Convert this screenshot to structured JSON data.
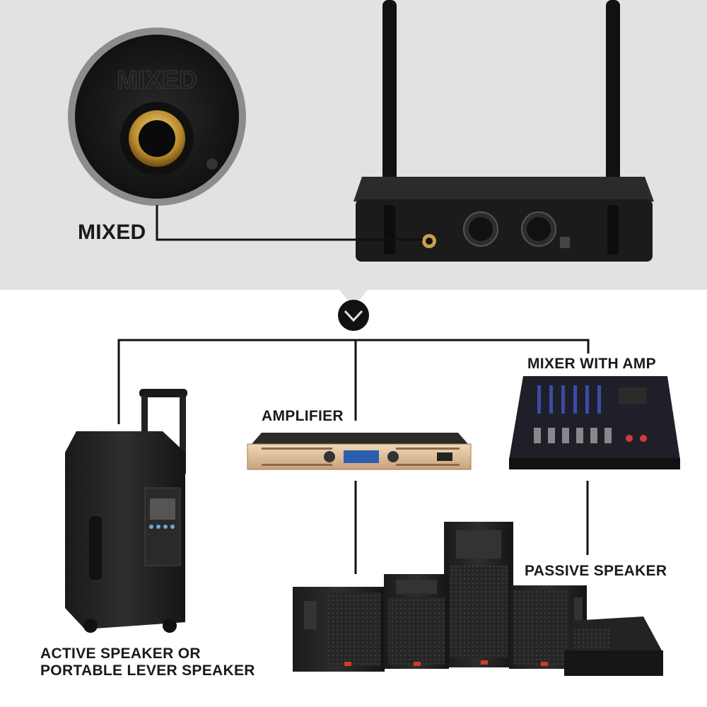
{
  "labels": {
    "mixed": "MIXED",
    "mixed_embossed": "MIXED",
    "amplifier": "AMPLIFIER",
    "mixer_with_amp": "MIXER WITH AMP",
    "passive_speaker": "PASSIVE SPEAKER",
    "active_speaker_line1": "ACTIVE SPEAKER OR",
    "active_speaker_line2": "PORTABLE LEVER SPEAKER"
  },
  "colors": {
    "panel": "#e2e2e2",
    "line": "#111111",
    "gold": "#c9a24a",
    "device": "#1b1b1b"
  }
}
